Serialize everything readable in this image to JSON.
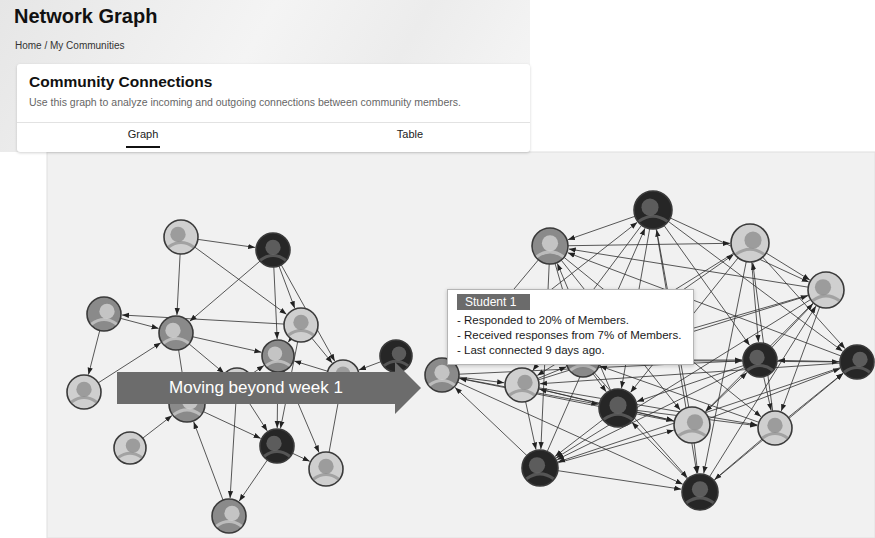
{
  "diagram": {
    "title": "Network Graph",
    "nodes": [
      {
        "text": [
          "Community Connections",
          "Use this graph to analyze incoming and outgoing connections between community members."
        ]
      },
      {
        "text": [
          "Moving beyond week 1"
        ]
      },
      {
        "text": [
          "Student 1",
          "- Responded to 20% of Members.",
          "- Received responses from 7% of Members.",
          "- Last connected 9 days ago."
        ]
      }
    ],
    "labels": [
      "Home / My Communities",
      "Graph",
      "Table"
    ]
  }
}
